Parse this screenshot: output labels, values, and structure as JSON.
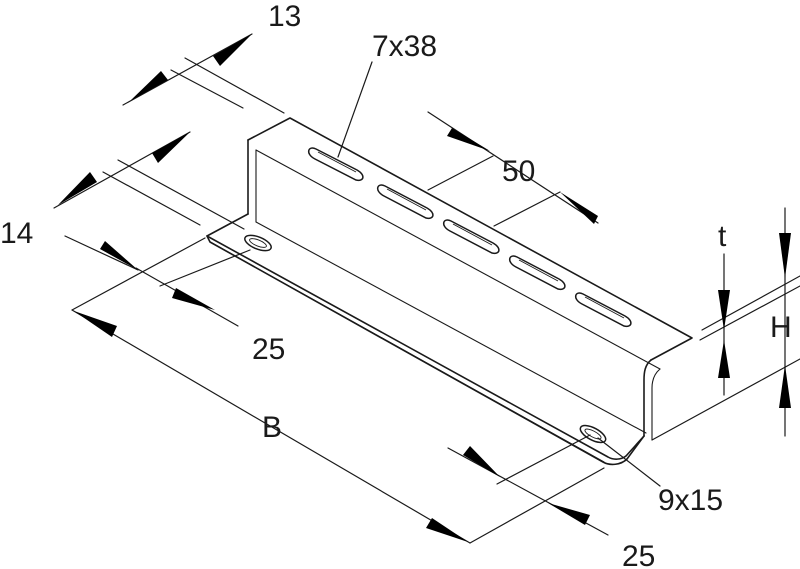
{
  "dimensions": {
    "d13": "13",
    "d7x38": "7x38",
    "d50": "50",
    "d14": "14",
    "d25_left": "25",
    "dB": "B",
    "dt": "t",
    "dH": "H",
    "d9x15": "9x15",
    "d25_bottom": "25"
  },
  "colors": {
    "line": "#1a1a1a",
    "arrow": "#000000",
    "background": "#ffffff"
  }
}
